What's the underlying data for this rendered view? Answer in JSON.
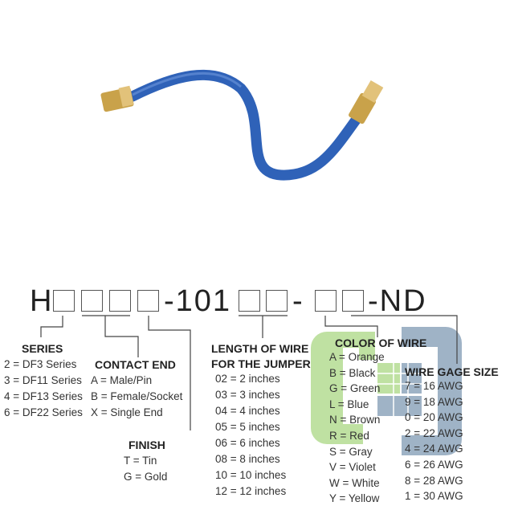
{
  "part_number": {
    "prefix": "H",
    "mid": "-101",
    "dash": "-",
    "suffix": "-ND"
  },
  "series": {
    "title": "SERIES",
    "items": [
      "2 = DF3 Series",
      "3 = DF11 Series",
      "4 = DF13 Series",
      "6 = DF22 Series"
    ]
  },
  "contact_end": {
    "title": "CONTACT END",
    "items": [
      "A = Male/Pin",
      "B = Female/Socket",
      "X = Single End"
    ]
  },
  "finish": {
    "title": "FINISH",
    "items": [
      "T = Tin",
      "G = Gold"
    ]
  },
  "length": {
    "title_1": "LENGTH OF WIRE",
    "title_2": "FOR THE JUMPER",
    "items": [
      "02 = 2 inches",
      "03 = 3 inches",
      "04 = 4 inches",
      "05 = 5 inches",
      "06 = 6 inches",
      "08 = 8 inches",
      "10 = 10 inches",
      "12 = 12 inches"
    ]
  },
  "color": {
    "title": "COLOR OF WIRE",
    "items": [
      "A = Orange",
      "B = Black",
      "G = Green",
      "L = Blue",
      "N = Brown",
      "R = Red",
      "S = Gray",
      "V = Violet",
      "W = White",
      "Y = Yellow"
    ]
  },
  "gage": {
    "title": "WIRE GAGE SIZE",
    "items": [
      "7 = 16 AWG",
      "9 = 18 AWG",
      "0 = 20 AWG",
      "2 = 22 AWG",
      "4 = 24 AWG",
      "6 = 26 AWG",
      "8 = 28 AWG",
      "1 = 30 AWG"
    ]
  },
  "colors": {
    "wire": "#2f62b8",
    "logo_green": "#b5dc92",
    "logo_blue": "#8fa6bd"
  }
}
